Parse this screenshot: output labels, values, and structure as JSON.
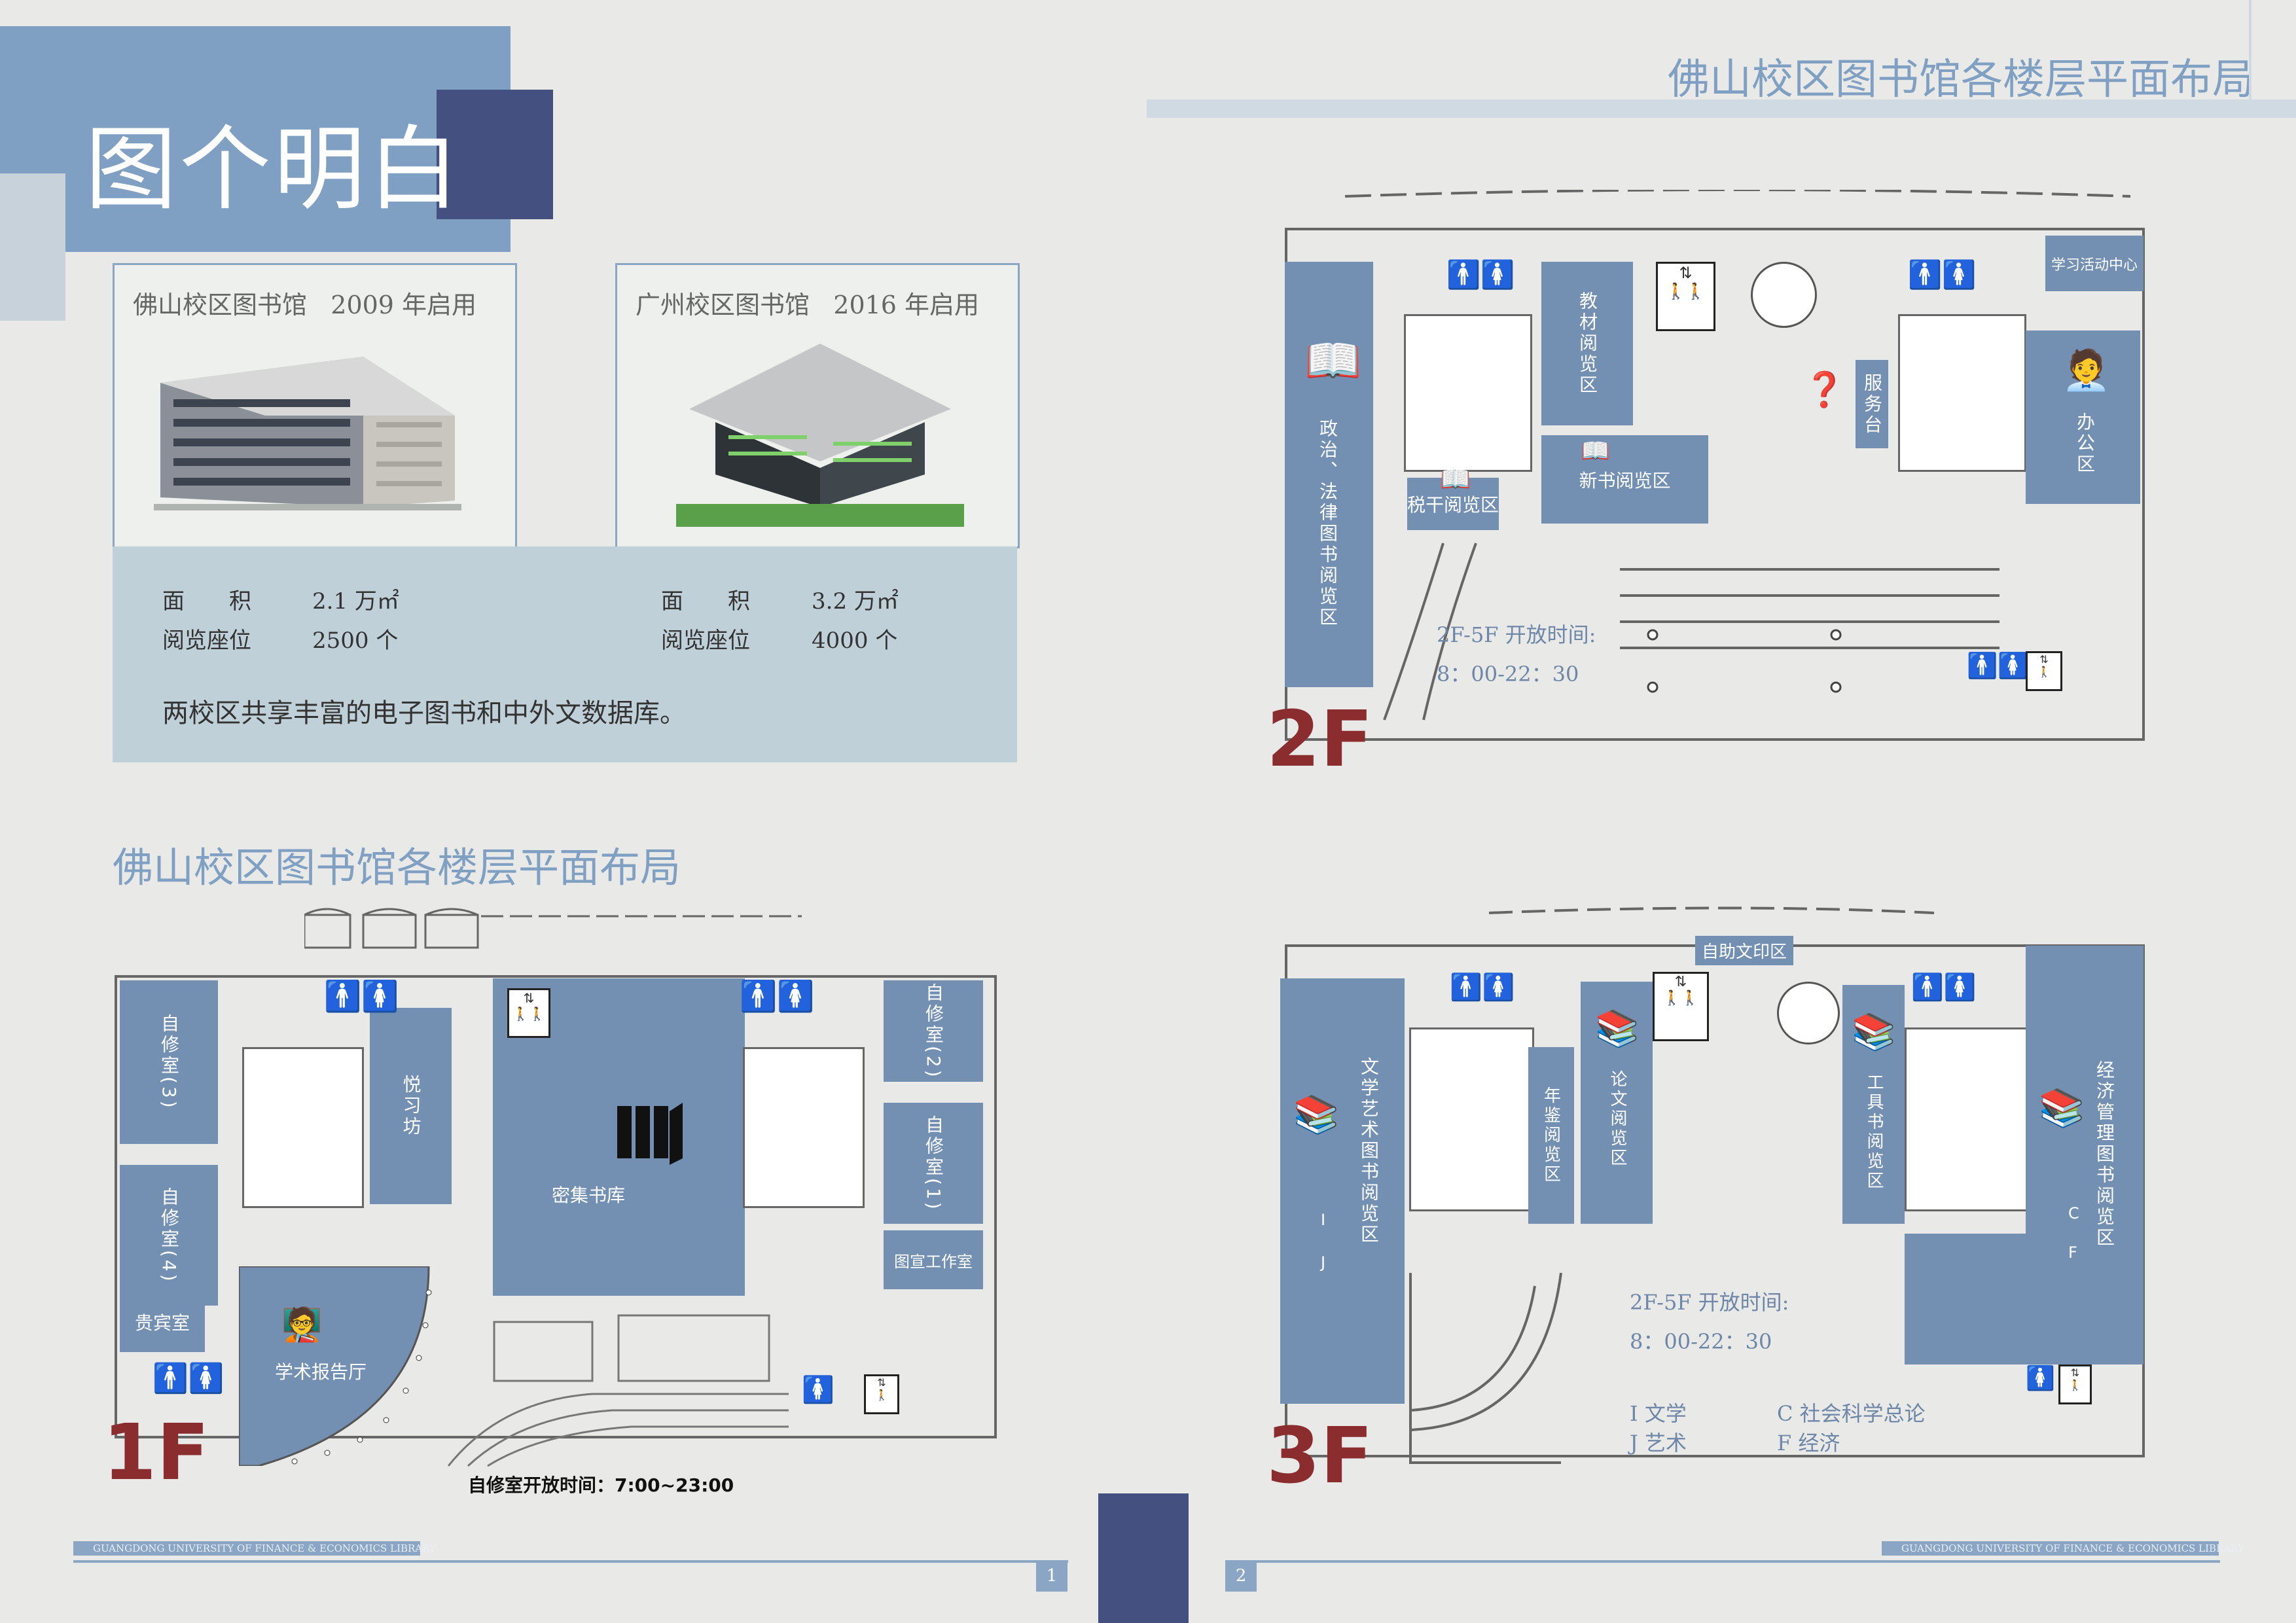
{
  "header": {
    "title": "图个明白",
    "right_title": "佛山校区图书馆各楼层平面布局"
  },
  "foshan_card": {
    "name": "佛山校区图书馆",
    "opened": "2009 年启用"
  },
  "guangzhou_card": {
    "name": "广州校区图书馆",
    "opened": "2016 年启用"
  },
  "stats": {
    "area_label": "面　　积",
    "seats_label": "阅览座位",
    "foshan_area": "2.1 万㎡",
    "foshan_seats": "2500 个",
    "guangzhou_area": "3.2 万㎡",
    "guangzhou_seats": "4000 个",
    "shared": "两校区共享丰富的电子图书和中外文数据库。"
  },
  "floor1": {
    "section_title": "佛山校区图书馆各楼层平面布局",
    "label": "1F",
    "rooms": {
      "study3": "自修室(3)",
      "study4": "自修室(4)",
      "vip": "贵宾室",
      "yuexi": "悦习坊",
      "dense": "密集书库",
      "lecture": "学术报告厅",
      "study2": "自修室(2)",
      "study1": "自修室(1)",
      "imaging": "图宣工作室"
    },
    "hours": "自修室开放时间：7:00~23:00"
  },
  "floor2": {
    "label": "2F",
    "rooms": {
      "politics": "政治、法律图书阅览区",
      "textbook": "教材阅览区",
      "newbooks": "新书阅览区",
      "tax": "税干阅览区",
      "service": "服务台",
      "learning": "学习活动中心",
      "office": "办公区"
    },
    "hours_title": "2F-5F 开放时间:",
    "hours_time": "8：00-22：30"
  },
  "floor3": {
    "label": "3F",
    "rooms": {
      "selfprint": "自助文印区",
      "literature": "文学艺术图书阅览区",
      "lit_code_i": "I",
      "lit_code_j": "J",
      "yearbook": "年鉴阅览区",
      "thesis": "论文阅览区",
      "reference": "工具书阅览区",
      "economics": "经济管理图书阅览区",
      "eco_code_c": "C",
      "eco_code_f": "F"
    },
    "hours_title": "2F-5F 开放时间:",
    "hours_time": "8：00-22：30",
    "legend": {
      "i": "I  文学",
      "j": "J  艺术",
      "c": "C  社会科学总论",
      "f": "F  经济"
    }
  },
  "footer": {
    "left_text": "GUANGDONG UNIVERSITY OF FINANCE & ECONOMICS LIBRARY",
    "right_text": "GUANGDONG UNIVERSITY OF FINANCE & ECONOMICS LIBRARY",
    "page_left": "1",
    "page_right": "2"
  },
  "colors": {
    "accent": "#7f9fc3",
    "room": "#7390b2",
    "dark_block": "#44507f",
    "floor_label": "#8b2c2f",
    "panel": "#c0d0d8"
  },
  "icons": [
    "book-icon",
    "restroom-icon",
    "elevator-icon",
    "service-question-icon",
    "office-person-icon",
    "lecture-icon",
    "books-stack-icon"
  ]
}
